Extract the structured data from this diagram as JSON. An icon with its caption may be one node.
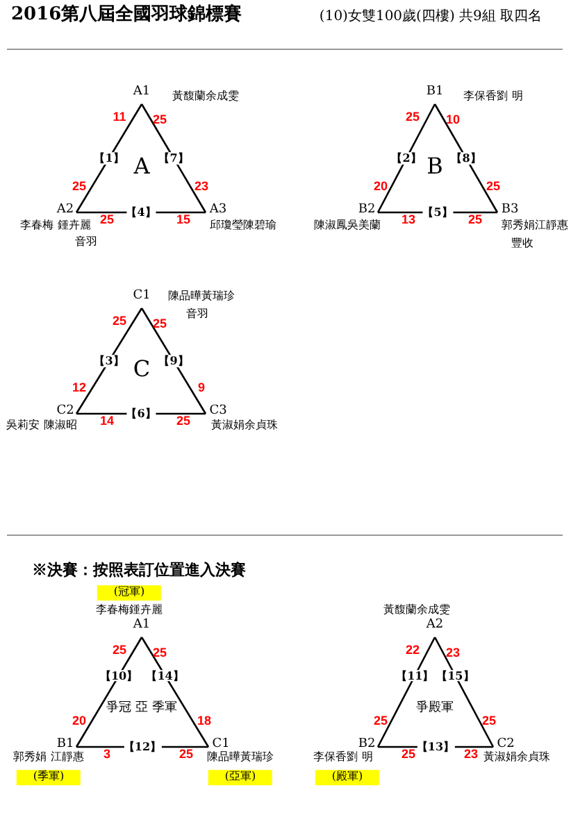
{
  "diagram": {
    "title": "2016第八屆全國羽球錦標賽",
    "nodes": [
      {
        "text": [
          "A"
        ]
      },
      {
        "text": [
          "A1"
        ],
        "in": 0,
        "beside": [
          "黃馥蘭余成雯"
        ]
      },
      {
        "text": [
          "A2"
        ],
        "in": 0,
        "beside": [
          "李春梅 鍾卉麗",
          "音羽"
        ]
      },
      {
        "text": [
          "A3"
        ],
        "in": 0,
        "beside": [
          "邱瓊瑩陳碧瑜"
        ]
      },
      {
        "text": [
          "B"
        ]
      },
      {
        "text": [
          "B1"
        ],
        "in": 4,
        "beside": [
          "李保香劉 明"
        ]
      },
      {
        "text": [
          "B2"
        ],
        "in": 4,
        "beside": [
          "陳淑鳳吳美蘭"
        ]
      },
      {
        "text": [
          "B3"
        ],
        "in": 4,
        "beside": [
          "郭秀娟江靜惠",
          "豐收"
        ]
      },
      {
        "text": [
          "C"
        ]
      },
      {
        "text": [
          "C1"
        ],
        "in": 8,
        "beside": [
          "陳品曄黃瑞珍",
          "音羽"
        ]
      },
      {
        "text": [
          "C2"
        ],
        "in": 8,
        "beside": [
          "吳莉安 陳淑昭"
        ]
      },
      {
        "text": [
          "C3"
        ],
        "in": 8,
        "beside": [
          "黃淑娟余貞珠"
        ]
      },
      {
        "text": [
          "爭冠 亞 季軍"
        ]
      },
      {
        "text": [
          "A1"
        ],
        "in": 12,
        "beside": [
          "(冠軍)",
          "李春梅鍾卉麗"
        ]
      },
      {
        "text": [
          "B1"
        ],
        "in": 12,
        "beside": [
          "郭秀娟 江靜惠",
          "(季軍)"
        ]
      },
      {
        "text": [
          "C1"
        ],
        "in": 12,
        "beside": [
          "陳品曄黃瑞珍",
          "(亞軍)"
        ]
      },
      {
        "text": [
          "爭殿軍"
        ]
      },
      {
        "text": [
          "A2"
        ],
        "in": 16,
        "beside": [
          "黃馥蘭余成雯"
        ]
      },
      {
        "text": [
          "B2"
        ],
        "in": 16,
        "beside": [
          "李保香劉 明",
          "(殿軍)"
        ]
      },
      {
        "text": [
          "C2"
        ],
        "in": 16,
        "beside": [
          "黃淑娟余貞珠"
        ]
      }
    ],
    "edges": [
      {
        "from": 1,
        "to": 2,
        "arrow": "none",
        "label": "【1】"
      },
      {
        "from": 1,
        "to": 3,
        "arrow": "none",
        "label": "【7】"
      },
      {
        "from": 2,
        "to": 3,
        "arrow": "none",
        "label": "【4】"
      },
      {
        "from": 5,
        "to": 6,
        "arrow": "none",
        "label": "【2】"
      },
      {
        "from": 5,
        "to": 7,
        "arrow": "none",
        "label": "【8】"
      },
      {
        "from": 6,
        "to": 7,
        "arrow": "none",
        "label": "【5】"
      },
      {
        "from": 9,
        "to": 10,
        "arrow": "none",
        "label": "【3】"
      },
      {
        "from": 9,
        "to": 11,
        "arrow": "none",
        "label": "【9】"
      },
      {
        "from": 10,
        "to": 11,
        "arrow": "none",
        "label": "【6】"
      },
      {
        "from": 13,
        "to": 14,
        "arrow": "none",
        "label": "【10】"
      },
      {
        "from": 13,
        "to": 15,
        "arrow": "none",
        "label": "【14】"
      },
      {
        "from": 14,
        "to": 15,
        "arrow": "none",
        "label": "【12】"
      },
      {
        "from": 17,
        "to": 18,
        "arrow": "none",
        "label": "【11】"
      },
      {
        "from": 17,
        "to": 19,
        "arrow": "none",
        "label": "【15】"
      },
      {
        "from": 18,
        "to": 19,
        "arrow": "none",
        "label": "【13】"
      }
    ],
    "labels": [
      "(10)女雙100歲(四樓) 共9組 取四名",
      "11",
      "25",
      "25",
      "23",
      "25",
      "15",
      "25",
      "10",
      "20",
      "25",
      "13",
      "25",
      "25",
      "25",
      "12",
      "9",
      "14",
      "25",
      "※決賽：按照表訂位置進入決賽",
      "25",
      "25",
      "20",
      "18",
      "3",
      "25",
      "22",
      "23",
      "25",
      "25",
      "25",
      "23"
    ]
  }
}
